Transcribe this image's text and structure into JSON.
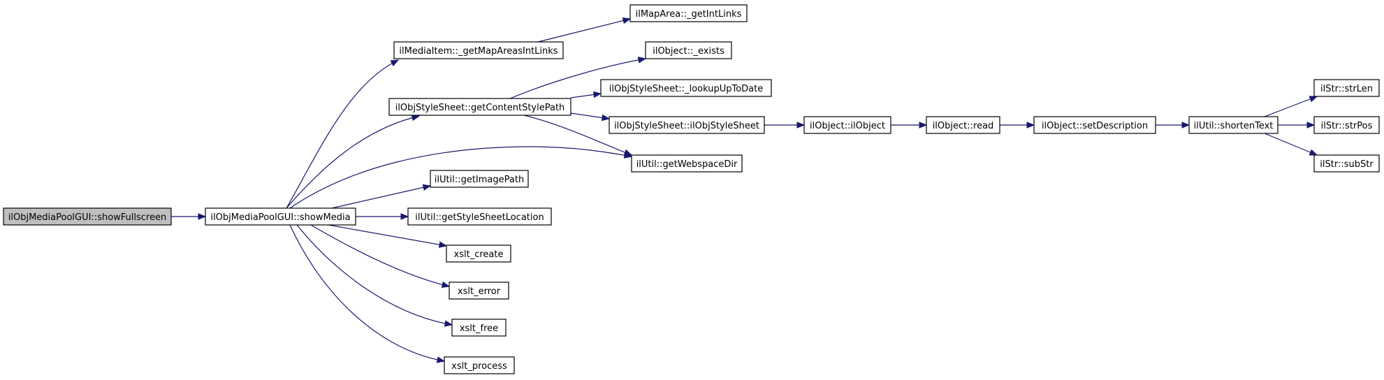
{
  "nodes": [
    {
      "id": "showFullscreen",
      "label": "ilObjMediaPoolGUI::showFullscreen",
      "root": true
    },
    {
      "id": "showMedia",
      "label": "ilObjMediaPoolGUI::showMedia"
    },
    {
      "id": "getMapAreasIntLinks",
      "label": "ilMediaItem::_getMapAreasIntLinks"
    },
    {
      "id": "getIntLinks",
      "label": "ilMapArea::_getIntLinks"
    },
    {
      "id": "getContentStylePath",
      "label": "ilObjStyleSheet::getContentStylePath"
    },
    {
      "id": "exists",
      "label": "ilObject::_exists"
    },
    {
      "id": "lookupUpToDate",
      "label": "ilObjStyleSheet::_lookupUpToDate"
    },
    {
      "id": "ilObjStyleSheet",
      "label": "ilObjStyleSheet::ilObjStyleSheet"
    },
    {
      "id": "getWebspaceDir",
      "label": "ilUtil::getWebspaceDir"
    },
    {
      "id": "getImagePath",
      "label": "ilUtil::getImagePath"
    },
    {
      "id": "getStyleSheetLocation",
      "label": "ilUtil::getStyleSheetLocation"
    },
    {
      "id": "xslt_create",
      "label": "xslt_create"
    },
    {
      "id": "xslt_error",
      "label": "xslt_error"
    },
    {
      "id": "xslt_free",
      "label": "xslt_free"
    },
    {
      "id": "xslt_process",
      "label": "xslt_process"
    },
    {
      "id": "ilObject",
      "label": "ilObject::ilObject"
    },
    {
      "id": "read",
      "label": "ilObject::read"
    },
    {
      "id": "setDescription",
      "label": "ilObject::setDescription"
    },
    {
      "id": "shortenText",
      "label": "ilUtil::shortenText"
    },
    {
      "id": "strLen",
      "label": "ilStr::strLen"
    },
    {
      "id": "strPos",
      "label": "ilStr::strPos"
    },
    {
      "id": "subStr",
      "label": "ilStr::subStr"
    }
  ],
  "edges": [
    {
      "from": "showFullscreen",
      "to": "showMedia"
    },
    {
      "from": "showMedia",
      "to": "getMapAreasIntLinks"
    },
    {
      "from": "showMedia",
      "to": "getContentStylePath"
    },
    {
      "from": "showMedia",
      "to": "getWebspaceDir"
    },
    {
      "from": "showMedia",
      "to": "getImagePath"
    },
    {
      "from": "showMedia",
      "to": "getStyleSheetLocation"
    },
    {
      "from": "showMedia",
      "to": "xslt_create"
    },
    {
      "from": "showMedia",
      "to": "xslt_error"
    },
    {
      "from": "showMedia",
      "to": "xslt_free"
    },
    {
      "from": "showMedia",
      "to": "xslt_process"
    },
    {
      "from": "getMapAreasIntLinks",
      "to": "getIntLinks"
    },
    {
      "from": "getContentStylePath",
      "to": "exists"
    },
    {
      "from": "getContentStylePath",
      "to": "lookupUpToDate"
    },
    {
      "from": "getContentStylePath",
      "to": "ilObjStyleSheet"
    },
    {
      "from": "getContentStylePath",
      "to": "getWebspaceDir"
    },
    {
      "from": "ilObjStyleSheet",
      "to": "ilObject"
    },
    {
      "from": "ilObject",
      "to": "read"
    },
    {
      "from": "read",
      "to": "setDescription"
    },
    {
      "from": "setDescription",
      "to": "shortenText"
    },
    {
      "from": "shortenText",
      "to": "strLen"
    },
    {
      "from": "shortenText",
      "to": "strPos"
    },
    {
      "from": "shortenText",
      "to": "subStr"
    }
  ],
  "colors": {
    "edge": "#191970",
    "root_fill": "#bfbfbf",
    "node_fill": "#ffffff",
    "node_border": "#000000"
  }
}
